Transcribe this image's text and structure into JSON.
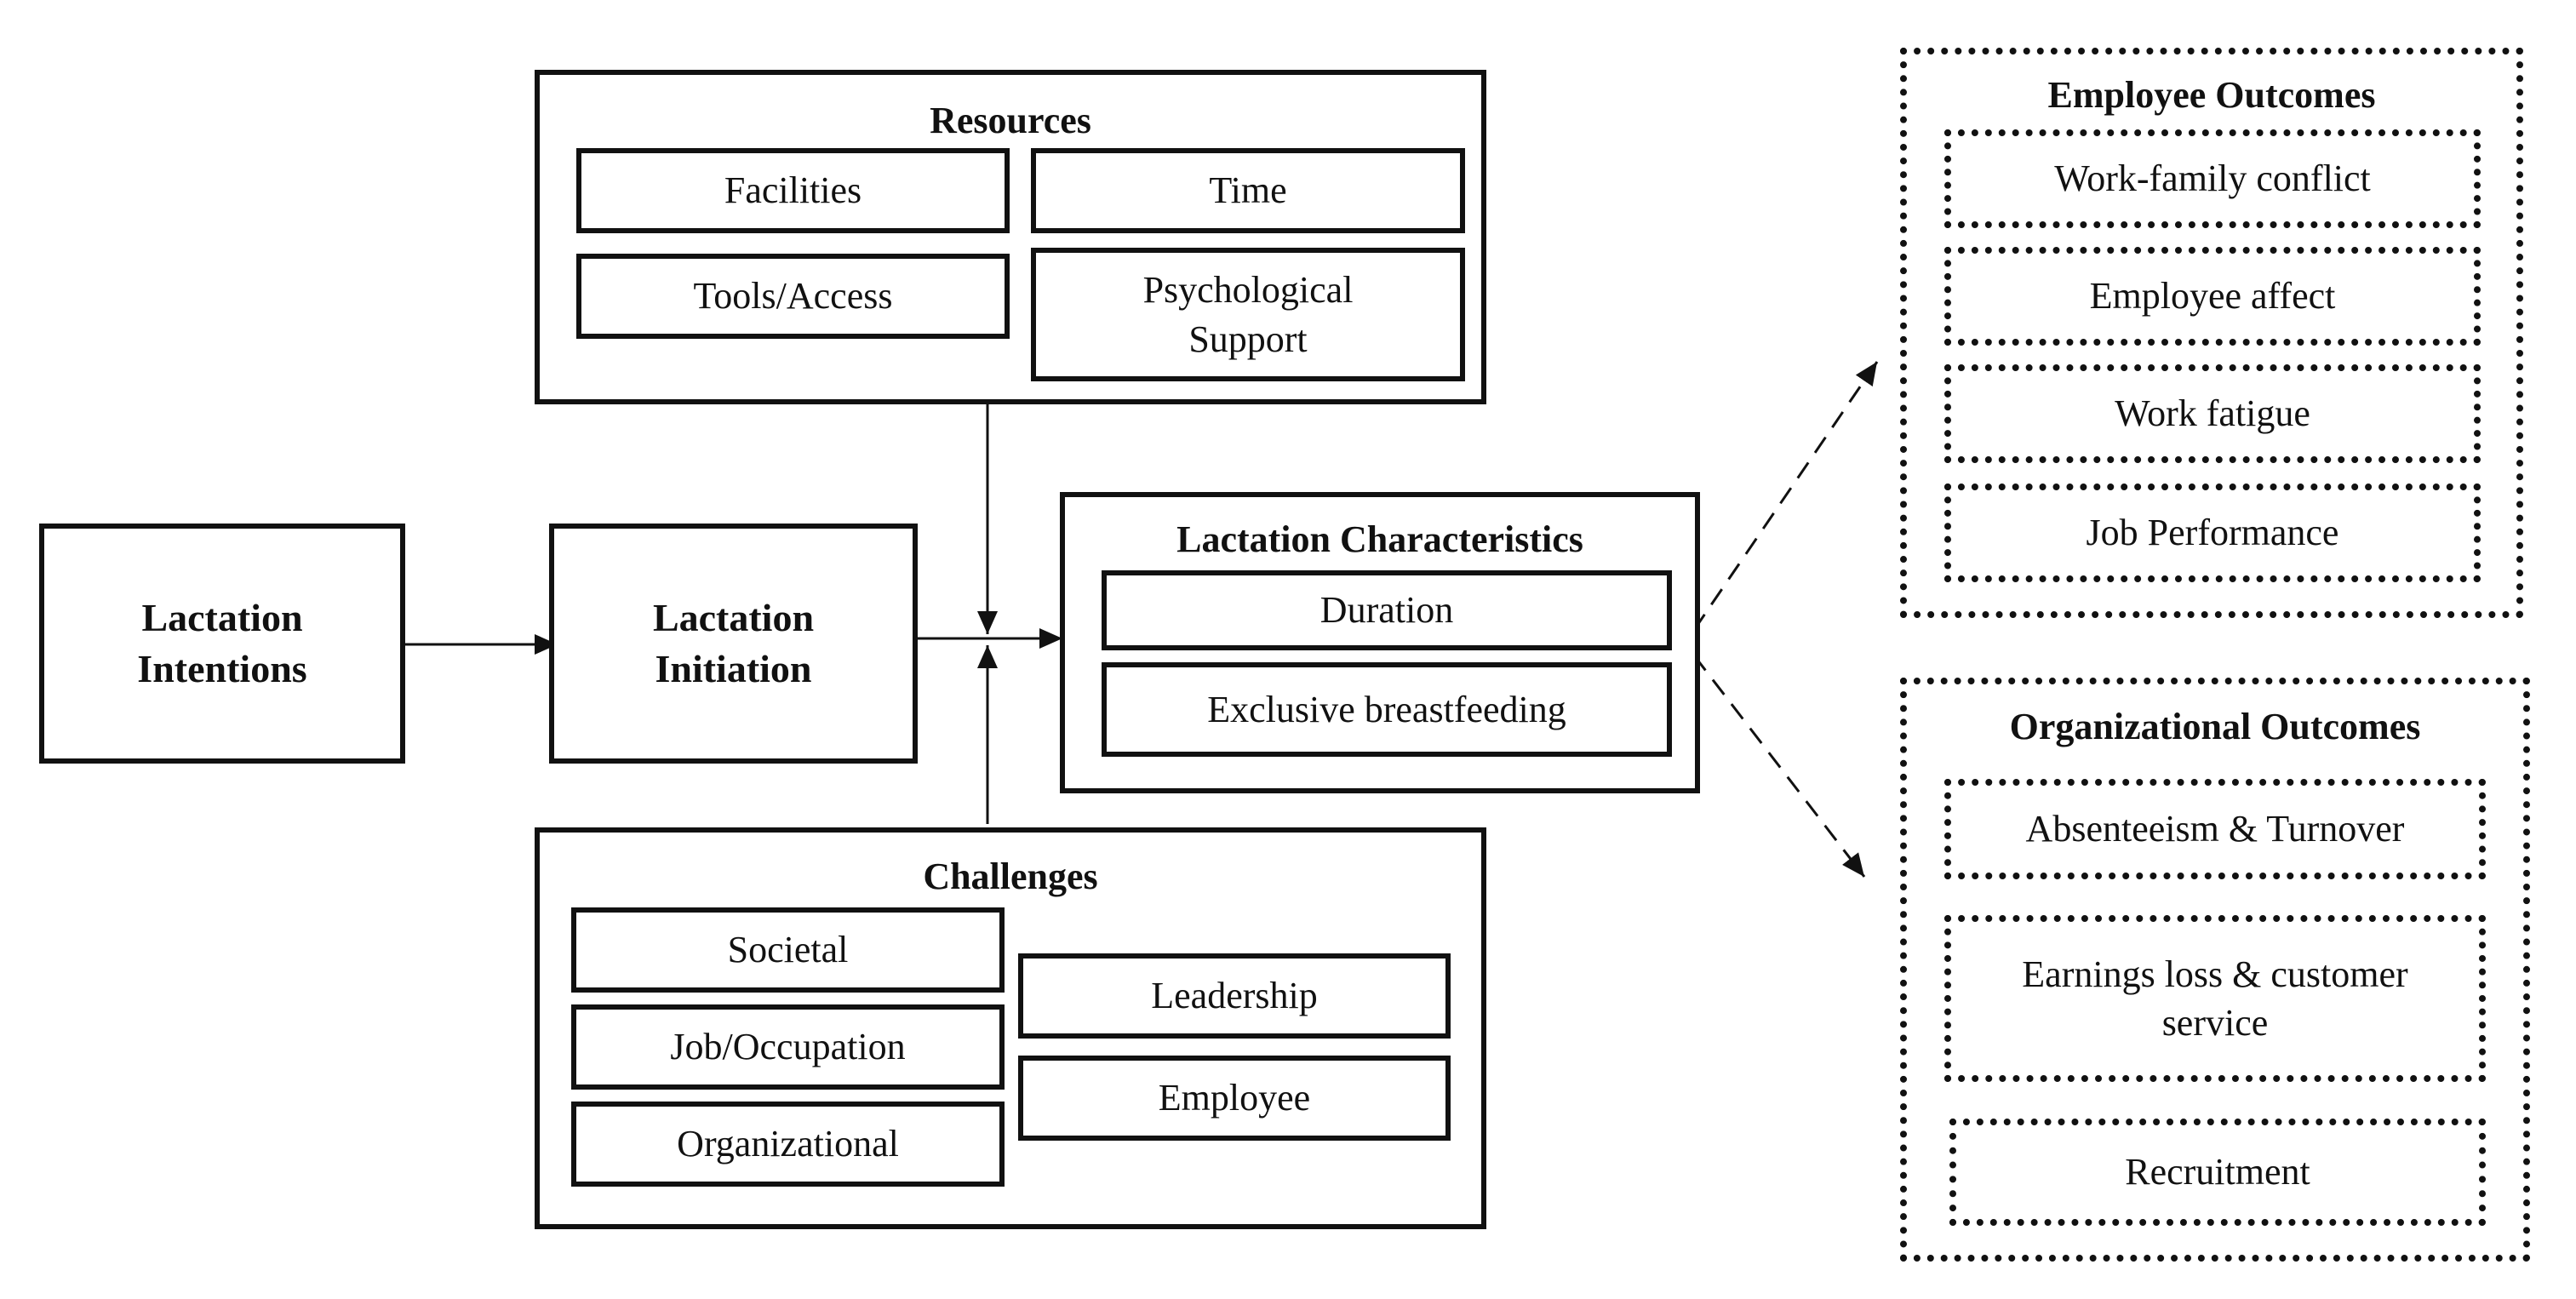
{
  "intentions": "Lactation\nIntentions",
  "initiation": "Lactation\nInitiation",
  "resources": {
    "title": "Resources",
    "facilities": "Facilities",
    "time": "Time",
    "tools": "Tools/Access",
    "psych": "Psychological\nSupport"
  },
  "characteristics": {
    "title": "Lactation Characteristics",
    "duration": "Duration",
    "exclusive": "Exclusive breastfeeding"
  },
  "challenges": {
    "title": "Challenges",
    "societal": "Societal",
    "job": "Job/Occupation",
    "organizational": "Organizational",
    "leadership": "Leadership",
    "employee": "Employee"
  },
  "employee_outcomes": {
    "title": "Employee Outcomes",
    "items": [
      "Work-family conflict",
      "Employee affect",
      "Work fatigue",
      "Job Performance"
    ]
  },
  "org_outcomes": {
    "title": "Organizational Outcomes",
    "items": [
      "Absenteeism & Turnover",
      "Earnings loss & customer\nservice",
      "Recruitment"
    ]
  }
}
